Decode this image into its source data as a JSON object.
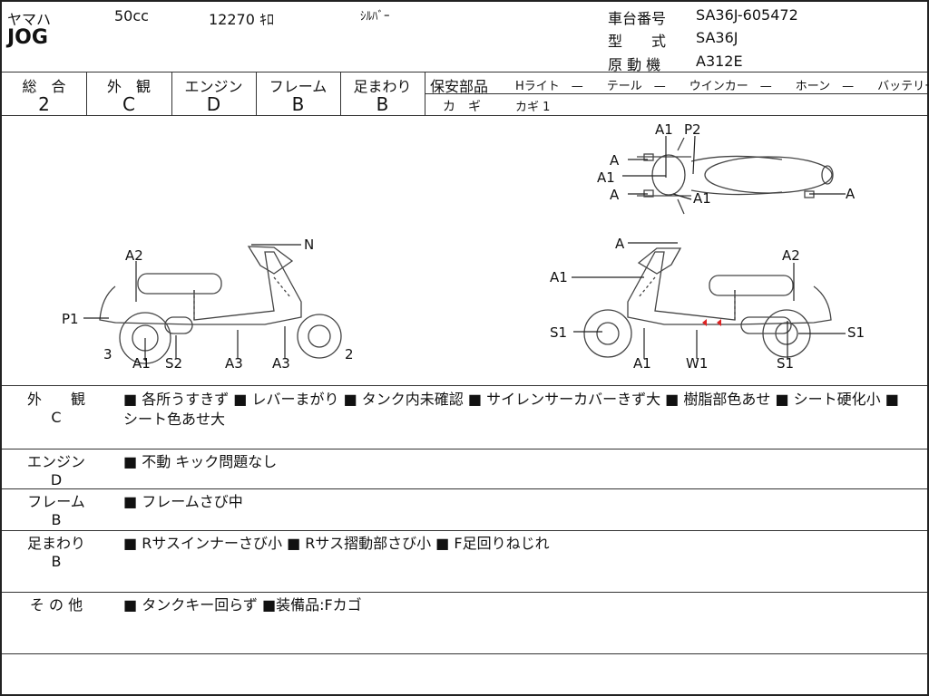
{
  "header": {
    "maker": "ヤマハ",
    "displacement": "50cc",
    "mileage": "12270 ｷﾛ",
    "color": "ｼﾙﾊﾞｰ",
    "model": "JOG",
    "chassis_label": "車台番号",
    "chassis_value": "SA36J-605472",
    "type_label": "型　　式",
    "type_value": "SA36J",
    "engine_label": "原 動 機",
    "engine_value": "A312E"
  },
  "grades": [
    {
      "label": "総　合",
      "value": "2"
    },
    {
      "label": "外　観",
      "value": "C"
    },
    {
      "label": "エンジン",
      "value": "D"
    },
    {
      "label": "フレーム",
      "value": "B"
    },
    {
      "label": "足まわり",
      "value": "B"
    }
  ],
  "safety": {
    "title": "保安部品",
    "items": "Hライト　—　　テール　—　　ウインカー　—　　ホーン　—　　バッテリー ×",
    "key_label": "カ　ギ",
    "key_value": "カギ 1"
  },
  "diagram": {
    "top_view": [
      "A1",
      "P2",
      "A",
      "A1",
      "A",
      "A1",
      "A"
    ],
    "left_view": [
      "N",
      "A2",
      "P1",
      "3",
      "A1",
      "S2",
      "A3",
      "A3",
      "2"
    ],
    "right_view": [
      "A",
      "A1",
      "A2",
      "S1",
      "S1",
      "A1",
      "W1",
      "S1"
    ]
  },
  "notes": [
    {
      "label1": "外　　観",
      "label2": "C",
      "text": "■ 各所うすきず ■ レバーまがり ■ タンク内未確認 ■ サイレンサーカバーきず大 ■ 樹脂部色あせ ■ シート硬化小 ■ シート色あせ大"
    },
    {
      "label1": "エンジン",
      "label2": "D",
      "text": "■ 不動 キック問題なし"
    },
    {
      "label1": "フレーム",
      "label2": "B",
      "text": "■ フレームさび中"
    },
    {
      "label1": "足まわり",
      "label2": "B",
      "text": "■ Rサスインナーさび小 ■ Rサス摺動部さび小 ■ F足回りねじれ"
    },
    {
      "label1": "そ の 他",
      "label2": "",
      "text": "■ タンクキー回らず ■装備品:Fカゴ"
    }
  ]
}
